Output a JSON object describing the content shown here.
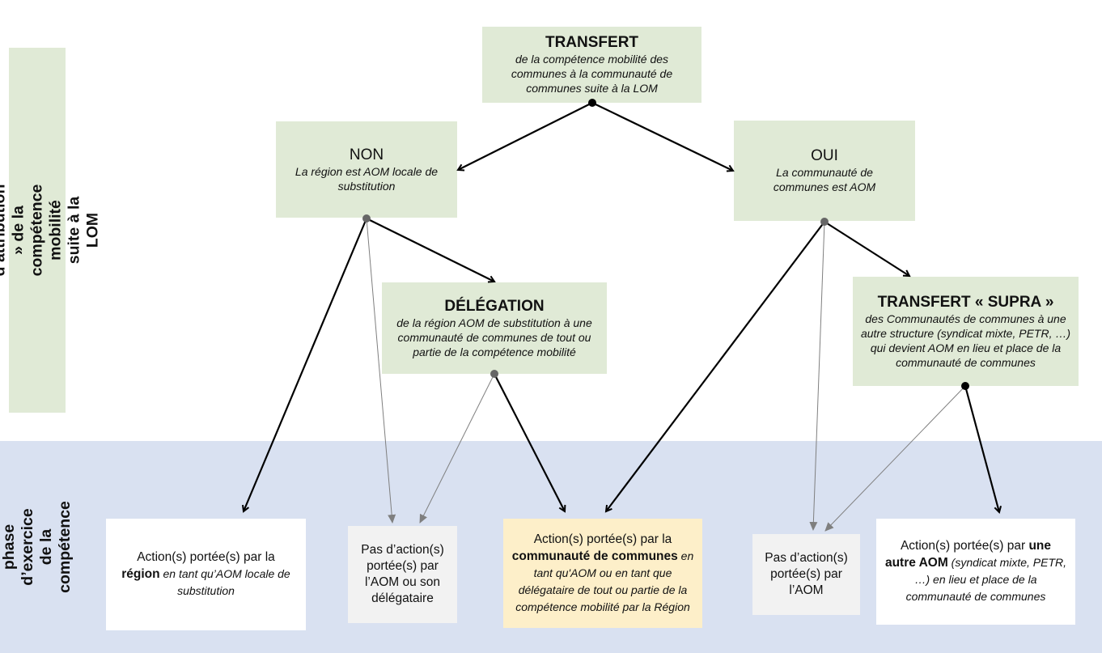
{
  "phases": {
    "attribution": "phase « d’attribution » de la compétence mobilité suite à la LOM",
    "exercise": "phase d’exercice  de la compétence"
  },
  "colors": {
    "attribution_band": "#e0ead6",
    "exercise_band": "#d9e1f1",
    "highlight_box": "#fdefc9",
    "neutral_box": "#f2f2f2",
    "strong_arrow": "#000000",
    "weak_arrow": "#7f7f7f"
  },
  "nodes": {
    "transfert": {
      "title": "TRANSFERT",
      "subtitle": "de la compétence mobilité des communes à la communauté de communes suite à la LOM"
    },
    "non": {
      "title": "NON",
      "subtitle": "La région est AOM locale de substitution"
    },
    "oui": {
      "title": "OUI",
      "subtitle": "La communauté de communes est AOM"
    },
    "delegation": {
      "title": "DÉLÉGATION",
      "subtitle": "de la région AOM de substitution à une communauté de communes de tout ou partie de la compétence mobilité"
    },
    "transfert_supra": {
      "title": "TRANSFERT « SUPRA »",
      "subtitle": "des Communautés de communes à une autre structure (syndicat mixte, PETR, …) qui devient AOM  en lieu et place de la communauté de communes"
    },
    "outcome_region": {
      "text1": "Action(s) portée(s) par la ",
      "bold": "région",
      "italic": " en tant qu’AOM locale de substitution"
    },
    "outcome_none_delegate": {
      "text": "Pas d’action(s) portée(s) par l’AOM ou son délégataire"
    },
    "outcome_cc": {
      "text1": "Action(s) portée(s) par la ",
      "bold": "communauté de communes",
      "italic": " en tant qu'AOM ou en tant que délégataire de tout ou partie de la compétence mobilité par la Région"
    },
    "outcome_none_aom": {
      "text": "Pas d’action(s) portée(s) par l’AOM"
    },
    "outcome_other_aom": {
      "text1": "Action(s) portée(s) par ",
      "bold": "une autre AOM",
      "italic": " (syndicat mixte, PETR, …) en lieu et place de la communauté de communes"
    }
  },
  "edges": [
    {
      "from": "transfert",
      "to": "non",
      "style": "strong"
    },
    {
      "from": "transfert",
      "to": "oui",
      "style": "strong"
    },
    {
      "from": "non",
      "to": "outcome_region",
      "style": "strong"
    },
    {
      "from": "non",
      "to": "delegation",
      "style": "strong"
    },
    {
      "from": "non",
      "to": "outcome_none_delegate",
      "style": "weak"
    },
    {
      "from": "delegation",
      "to": "outcome_none_delegate",
      "style": "weak"
    },
    {
      "from": "delegation",
      "to": "outcome_cc",
      "style": "strong"
    },
    {
      "from": "oui",
      "to": "outcome_cc",
      "style": "strong"
    },
    {
      "from": "oui",
      "to": "transfert_supra",
      "style": "strong"
    },
    {
      "from": "oui",
      "to": "outcome_none_aom",
      "style": "weak"
    },
    {
      "from": "transfert_supra",
      "to": "outcome_none_aom",
      "style": "weak"
    },
    {
      "from": "transfert_supra",
      "to": "outcome_other_aom",
      "style": "strong"
    }
  ]
}
